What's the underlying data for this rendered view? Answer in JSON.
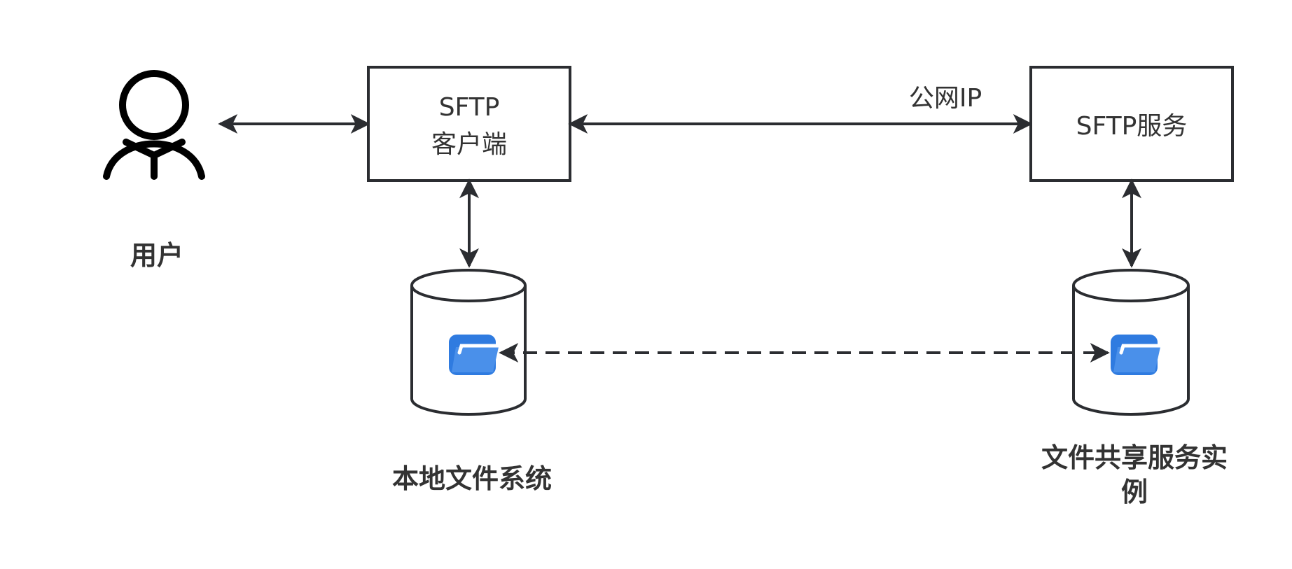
{
  "nodes": {
    "user": {
      "label": "用户"
    },
    "sftp_client": {
      "line1": "SFTP",
      "line2": "客户端"
    },
    "sftp_service": {
      "label": "SFTP服务"
    },
    "local_fs": {
      "label": "本地文件系统"
    },
    "share_instance": {
      "line1": "文件共享服务实",
      "line2": "例"
    }
  },
  "edges": {
    "client_to_service": {
      "label": "公网IP"
    }
  },
  "icons": {
    "user": "user-icon",
    "folder": "folder-icon",
    "database": "database-icon"
  },
  "colors": {
    "stroke": "#2b2d31",
    "folder": "#2f7be0",
    "text": "#333333"
  }
}
